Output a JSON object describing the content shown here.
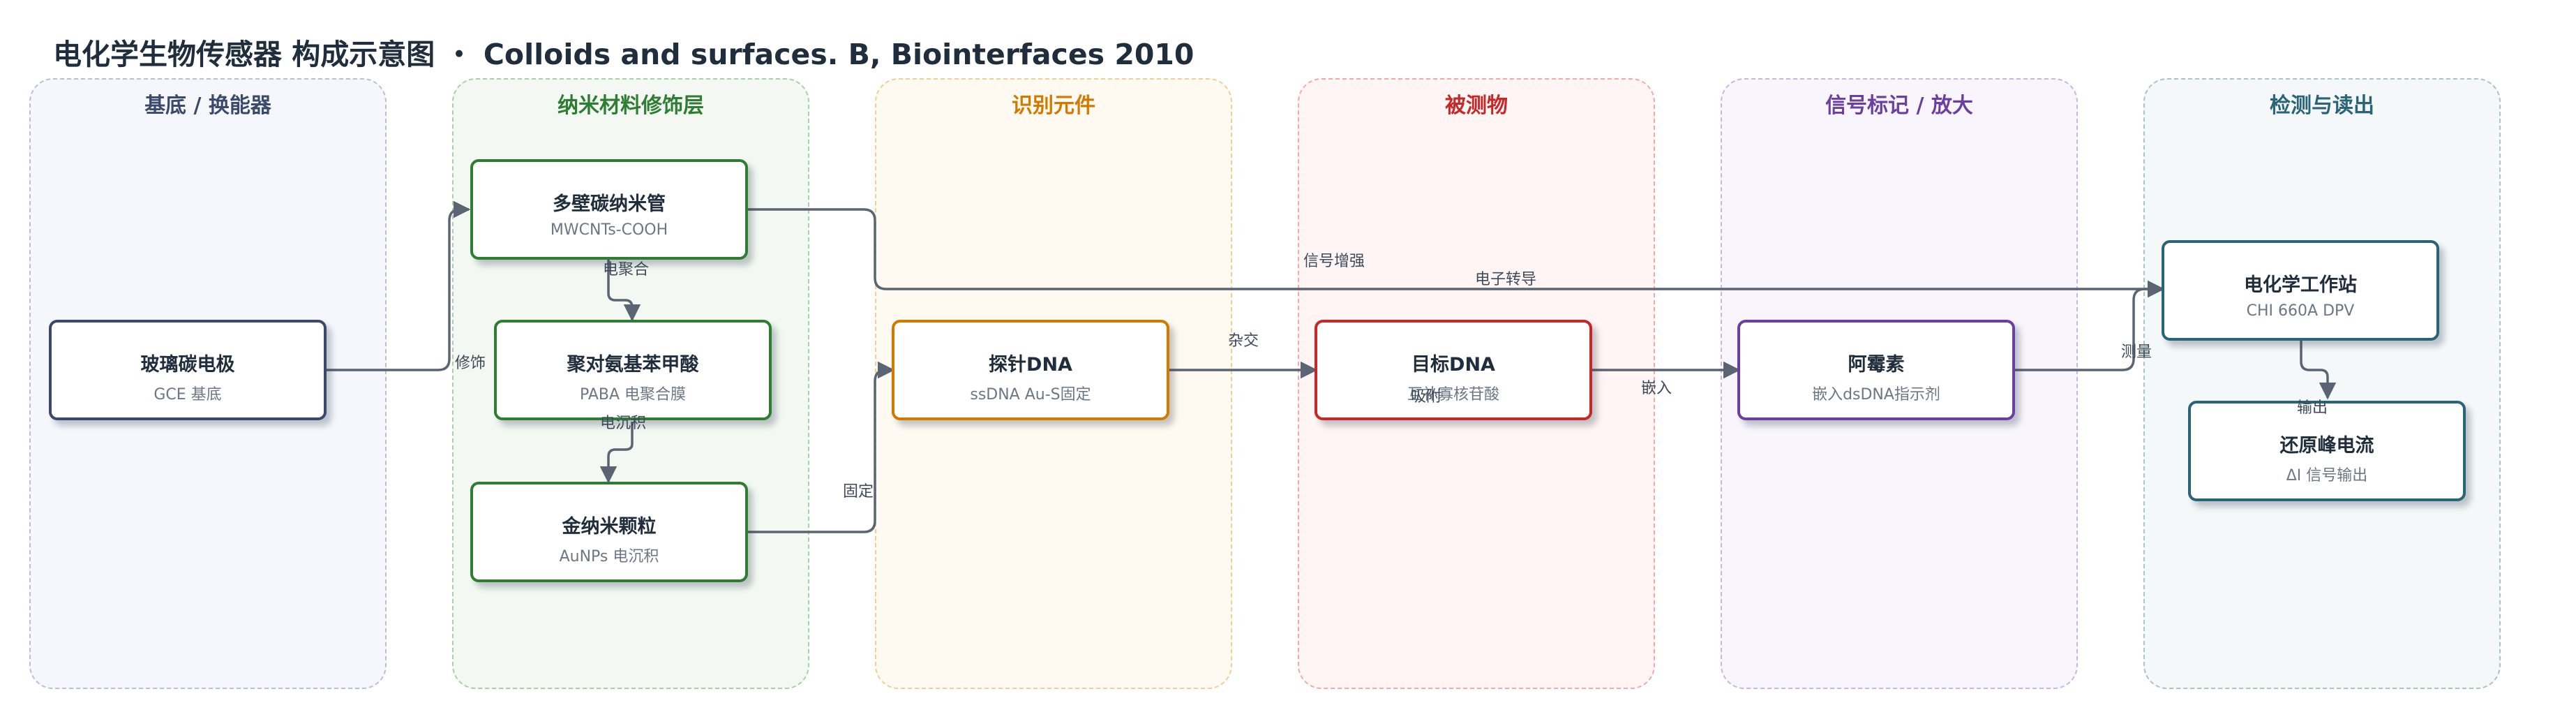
{
  "title": "电化学生物传感器 构成示意图 ・ Colloids and surfaces. B, Biointerfaces 2010",
  "lanes": [
    {
      "title": "基底 / 换能器",
      "color": "#3b4a6b",
      "bg": "#f6f7fc",
      "border": "#b9bfd6"
    },
    {
      "title": "纳米材料修饰层",
      "color": "#2e7d32",
      "bg": "#f3f9f2",
      "border": "#a8cfa8"
    },
    {
      "title": "识别元件",
      "color": "#d17a00",
      "bg": "#fffaf1",
      "border": "#f0cf95"
    },
    {
      "title": "被测物",
      "color": "#c62828",
      "bg": "#fff5f4",
      "border": "#f0aaaa"
    },
    {
      "title": "信号标记 / 放大",
      "color": "#6a3fa0",
      "bg": "#f8f5fc",
      "border": "#c7b6de"
    },
    {
      "title": "检测与读出",
      "color": "#2a6478",
      "bg": "#f4f8f8",
      "border": "#a9c3c8"
    }
  ],
  "nodes": {
    "gce": {
      "title": "玻璃碳电极",
      "sub": "GCE 基底",
      "color": "#3b4a6b"
    },
    "mwcnt": {
      "title": "多壁碳纳米管",
      "sub": "MWCNTs-COOH",
      "color": "#2e7d32"
    },
    "paba": {
      "title": "聚对氨基苯甲酸",
      "sub": "PABA 电聚合膜",
      "color": "#2e7d32"
    },
    "aunp": {
      "title": "金纳米颗粒",
      "sub": "AuNPs 电沉积",
      "color": "#2e7d32"
    },
    "probe": {
      "title": "探针DNA",
      "sub": "ssDNA Au-S固定",
      "color": "#d17a00"
    },
    "target": {
      "title": "目标DNA",
      "sub": "互补寡核苷酸",
      "color": "#c62828"
    },
    "dau": {
      "title": "阿霉素",
      "sub": "嵌入dsDNA指示剂",
      "color": "#6a3fa0"
    },
    "station": {
      "title": "电化学工作站",
      "sub": "CHI 660A DPV",
      "color": "#2a6478"
    },
    "current": {
      "title": "还原峰电流",
      "sub": "ΔI 信号输出",
      "color": "#2a6478"
    }
  },
  "edges": {
    "modify": "修饰",
    "electropoly": "电聚合",
    "electrodep": "电沉积",
    "fix": "固定",
    "enhance": "信号增强",
    "transfer": "电子转导",
    "hybridize": "杂交",
    "adsorb": "吸附",
    "intercalate": "嵌入",
    "measure": "测量",
    "output": "输出"
  },
  "edge_color": "#5a6473"
}
